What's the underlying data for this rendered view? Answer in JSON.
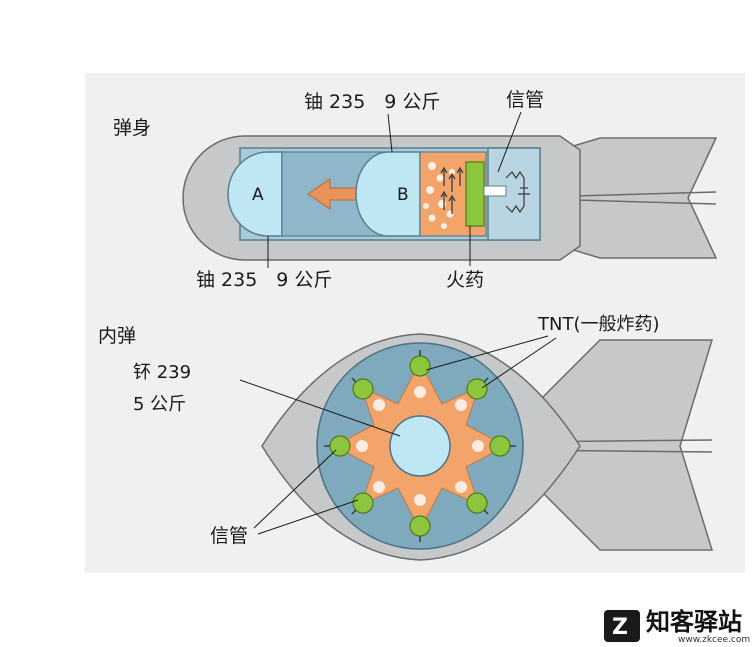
{
  "gun_type": {
    "title": "弹身",
    "uranium_b": "铀 235　9 公斤",
    "fuse": "信管",
    "uranium_a": "铀 235　9 公斤",
    "propellant": "火药",
    "marker_a": "A",
    "marker_b": "B"
  },
  "implosion_type": {
    "inner_bomb": "内弹",
    "plutonium": "钚 239",
    "plutonium_mass": "5 公斤",
    "tnt": "TNT(一般炸药)",
    "fuse": "信管"
  },
  "watermark": {
    "letter": "Z",
    "name": "知客驿站",
    "url": "www.zkcee.com"
  },
  "colors": {
    "casing": "#c7c8ca",
    "casing_stroke": "#6a6c70",
    "barrel": "#a8cbd9",
    "barrel_dark": "#7fa9bd",
    "uranium": "#bfe6f3",
    "propellant": "#8cc63f",
    "charge": "#f2a46b",
    "arrow": "#e8935a"
  }
}
